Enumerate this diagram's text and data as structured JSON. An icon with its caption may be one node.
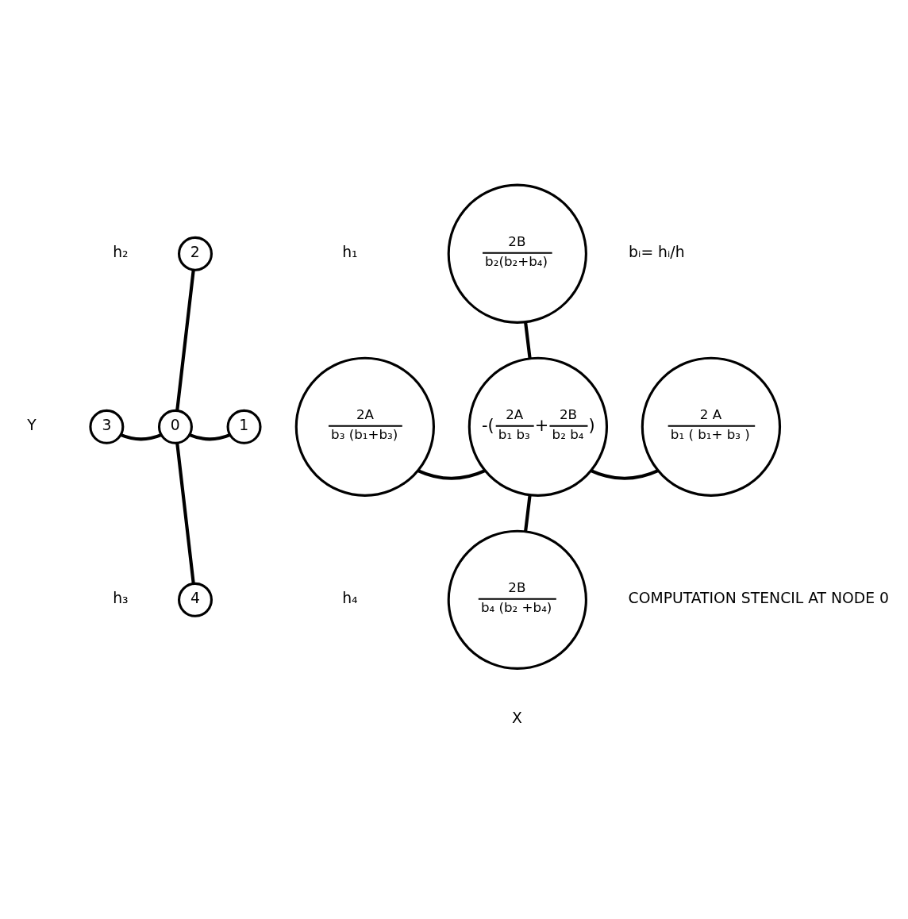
{
  "diagram": {
    "nodes": [
      {
        "text": [
          "2"
        ]
      },
      {
        "text": [
          "3"
        ]
      },
      {
        "text": [
          "0"
        ]
      },
      {
        "text": [
          "1"
        ]
      },
      {
        "text": [
          "4"
        ]
      },
      {
        "text": [
          "2B",
          "b₂(b₂+b₄)"
        ]
      },
      {
        "text": [
          "2A",
          "b₃ (b₁+b₃)"
        ]
      },
      {
        "text": [
          "-(",
          "2A",
          "b₁ b₃",
          "+",
          "2B",
          "b₂ b₄",
          ")"
        ]
      },
      {
        "text": [
          "2 A",
          "b₁ ( b₁+ b₃ )"
        ]
      },
      {
        "text": [
          "2B",
          "b₄ (b₂ +b₄)"
        ]
      }
    ],
    "edges": [
      {
        "from": 2,
        "to": 0,
        "arrow": "none"
      },
      {
        "from": 2,
        "to": 1,
        "arrow": "none"
      },
      {
        "from": 2,
        "to": 3,
        "arrow": "none"
      },
      {
        "from": 2,
        "to": 4,
        "arrow": "none"
      },
      {
        "from": 7,
        "to": 5,
        "arrow": "none"
      },
      {
        "from": 7,
        "to": 6,
        "arrow": "none"
      },
      {
        "from": 7,
        "to": 8,
        "arrow": "none"
      },
      {
        "from": 7,
        "to": 9,
        "arrow": "none"
      }
    ],
    "labels": [
      "h₂",
      "h₁",
      "bᵢ= hᵢ/h",
      "h₃",
      "h₄",
      "Y",
      "COMPUTATION STENCIL AT NODE 0",
      "X"
    ]
  }
}
